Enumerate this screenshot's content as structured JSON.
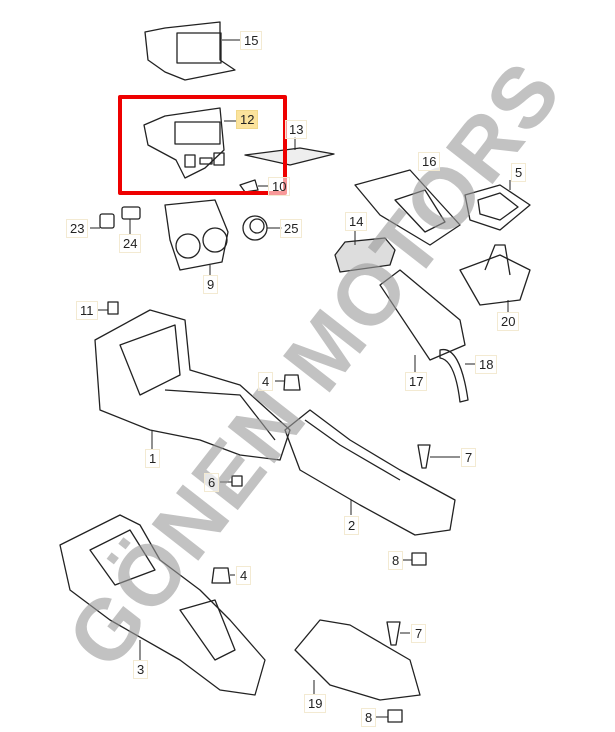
{
  "diagram": {
    "watermark": "GÖNEN MOTORS",
    "highlight_color": "#ee0000",
    "selected_part": "12",
    "labels": [
      "15",
      "12",
      "13",
      "10",
      "23",
      "24",
      "25",
      "9",
      "14",
      "16",
      "5",
      "11",
      "20",
      "4",
      "18",
      "17",
      "1",
      "7",
      "6",
      "2",
      "8",
      "4",
      "7",
      "3",
      "19",
      "8"
    ]
  }
}
